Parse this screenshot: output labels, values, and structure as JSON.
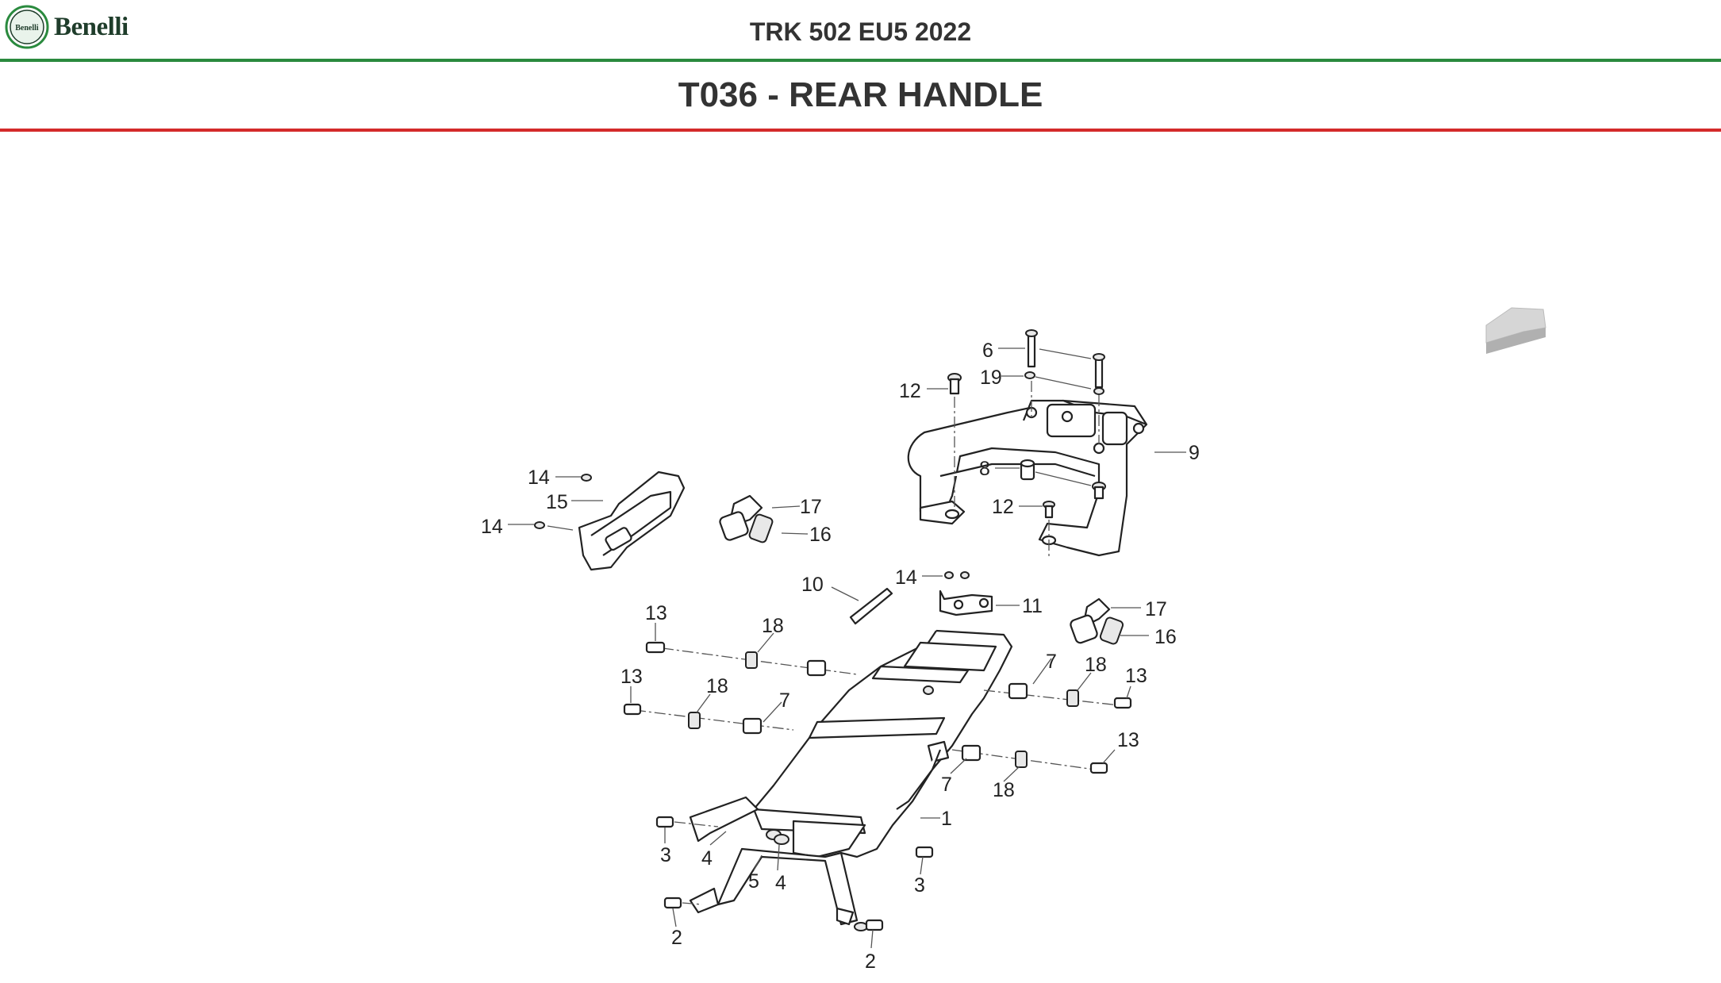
{
  "brand": {
    "name": "Benelli",
    "badge_text": "Benelli"
  },
  "header": {
    "model": "TRK 502 EU5 2022"
  },
  "section": {
    "title": "T036 - REAR HANDLE"
  },
  "colors": {
    "green_rule": "#2a8a3e",
    "red_rule": "#d42a2a",
    "text": "#333333"
  },
  "icons": {
    "nav_arrow": "3d-arrow-icon"
  },
  "callouts": [
    "6",
    "19",
    "12",
    "9",
    "8",
    "12",
    "14",
    "15",
    "14",
    "17",
    "16",
    "10",
    "14",
    "11",
    "17",
    "16",
    "13",
    "18",
    "13",
    "18",
    "7",
    "7",
    "18",
    "13",
    "13",
    "7",
    "18",
    "1",
    "3",
    "4",
    "5",
    "4",
    "3",
    "2",
    "2"
  ]
}
